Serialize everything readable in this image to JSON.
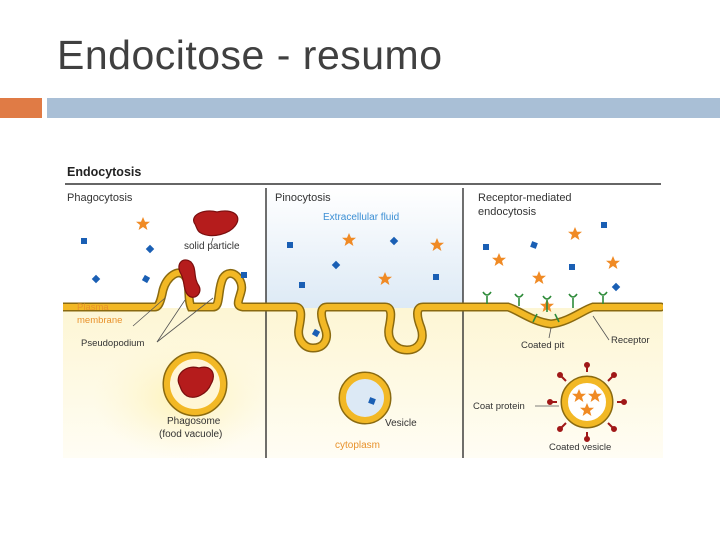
{
  "slide": {
    "title": "Endocitose - resumo",
    "accent_left_color": "#E07B45",
    "accent_right_color": "#A9BFD6"
  },
  "figure": {
    "heading": "Endocytosis",
    "panels": [
      {
        "title": "Phagocytosis"
      },
      {
        "title": "Pinocytosis"
      },
      {
        "title": "Receptor-mediated",
        "title2": "endocytosis"
      }
    ],
    "labels": {
      "solid_particle": "solid particle",
      "plasma_membrane_1": "Plasma",
      "plasma_membrane_2": "membrane",
      "pseudopodium": "Pseudopodium",
      "phagosome_1": "Phagosome",
      "phagosome_2": "(food vacuole)",
      "extracellular_fluid": "Extracellular fluid",
      "vesicle": "Vesicle",
      "cytoplasm": "cytoplasm",
      "coated_pit": "Coated pit",
      "receptor": "Receptor",
      "coat_protein": "Coat protein",
      "coated_vesicle": "Coated vesicle"
    },
    "colors": {
      "membrane": "#F2B825",
      "membrane_edge": "#8A6A10",
      "particle": "#B51C1C",
      "star": "#F08A24",
      "square": "#1A5FB4",
      "receptor": "#2E8B3A",
      "coat": "#A01818",
      "blue_label": "#3B8FD4",
      "orange_label": "#E8922C"
    }
  }
}
